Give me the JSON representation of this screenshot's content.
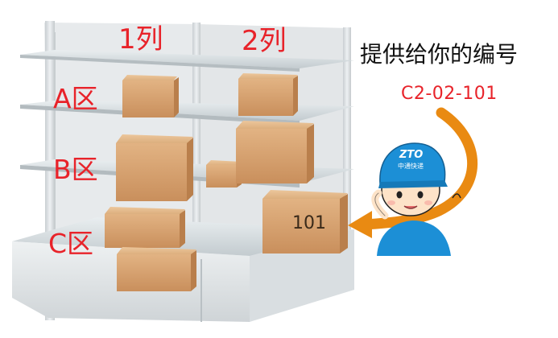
{
  "columns": [
    "1列",
    "2列"
  ],
  "zones": [
    "A区",
    "B区",
    "C区"
  ],
  "callout": {
    "title": "提供给你的编号",
    "code": "C2-02-101",
    "box_number": "101"
  },
  "courier": {
    "cap_logo": "ZTO",
    "cap_text": "中通快递"
  },
  "colors": {
    "label_red": "#e8232a",
    "arrow_orange": "#e98a12",
    "cap_blue": "#1c8fd6",
    "box_tan": "#d9a574",
    "shelf_metal": "#dfe3e6"
  }
}
